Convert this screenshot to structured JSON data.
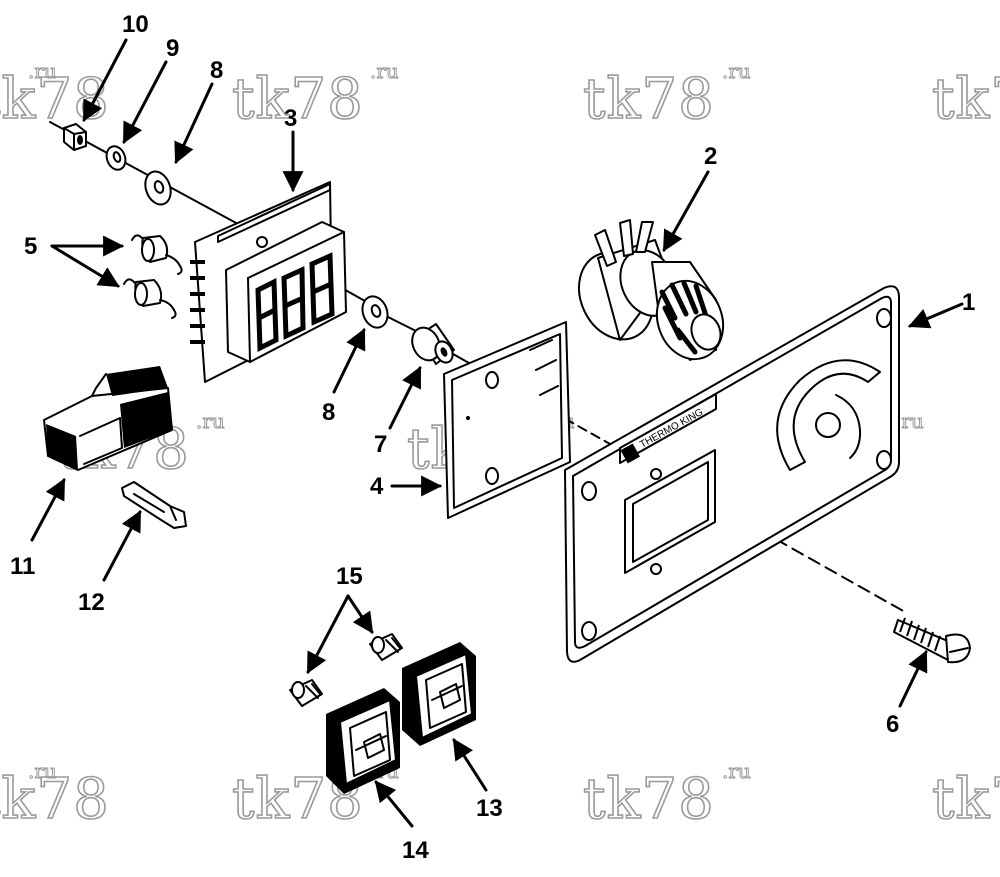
{
  "watermark": {
    "main": "tk78",
    "suffix": ".ru"
  },
  "brand_label": "THERMO KING",
  "callouts": [
    {
      "id": "1",
      "label": "1"
    },
    {
      "id": "2",
      "label": "2"
    },
    {
      "id": "3",
      "label": "3"
    },
    {
      "id": "4",
      "label": "4"
    },
    {
      "id": "5",
      "label": "5"
    },
    {
      "id": "6",
      "label": "6"
    },
    {
      "id": "7",
      "label": "7"
    },
    {
      "id": "8a",
      "label": "8"
    },
    {
      "id": "8b",
      "label": "8"
    },
    {
      "id": "9",
      "label": "9"
    },
    {
      "id": "10",
      "label": "10"
    },
    {
      "id": "11",
      "label": "11"
    },
    {
      "id": "12",
      "label": "12"
    },
    {
      "id": "13",
      "label": "13"
    },
    {
      "id": "14",
      "label": "14"
    },
    {
      "id": "15",
      "label": "15"
    }
  ]
}
